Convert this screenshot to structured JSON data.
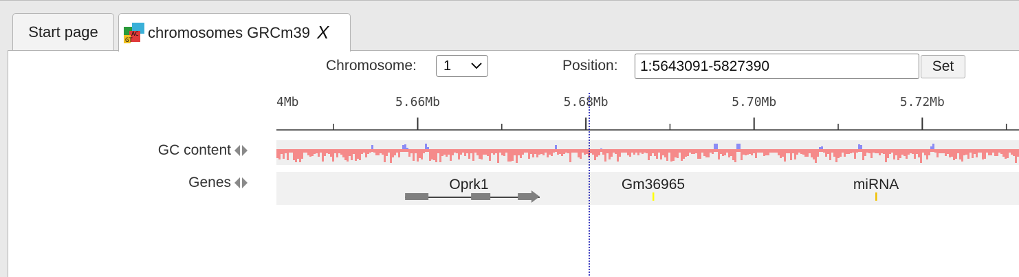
{
  "tabs": [
    {
      "label": "Start page",
      "active": false
    },
    {
      "label": "chromosomes GRCm39",
      "active": true,
      "icon": "chromosome-app-icon",
      "close_label": "X"
    }
  ],
  "controls": {
    "chromosome_label": "Chromosome:",
    "chromosome_value": "1",
    "position_label": "Position:",
    "position_value": "1:5643091-5827390",
    "set_label": "Set"
  },
  "ruler": {
    "ticks": [
      {
        "value": 5.64,
        "label": "4Mb"
      },
      {
        "value": 5.66,
        "label": "5.66Mb"
      },
      {
        "value": 5.68,
        "label": "5.68Mb"
      },
      {
        "value": 5.7,
        "label": "5.70Mb"
      },
      {
        "value": 5.72,
        "label": "5.72Mb"
      }
    ],
    "start_mb": 5.6432,
    "end_mb": 5.7315
  },
  "tracks": [
    {
      "label": "GC content",
      "colors": {
        "low": "#f58a8a",
        "high": "#8c8cf5"
      }
    },
    {
      "label": "Genes"
    }
  ],
  "genes": [
    {
      "name": "Oprk1",
      "start_mb": 5.6585,
      "end_mb": 5.6745,
      "color": "#808080"
    },
    {
      "name": "Gm36965",
      "marker_mb": 5.688,
      "color": "#ffff00"
    },
    {
      "name": "miRNA",
      "marker_mb": 5.7145,
      "color": "#f0c000"
    }
  ],
  "cursor_mb": 5.6804
}
